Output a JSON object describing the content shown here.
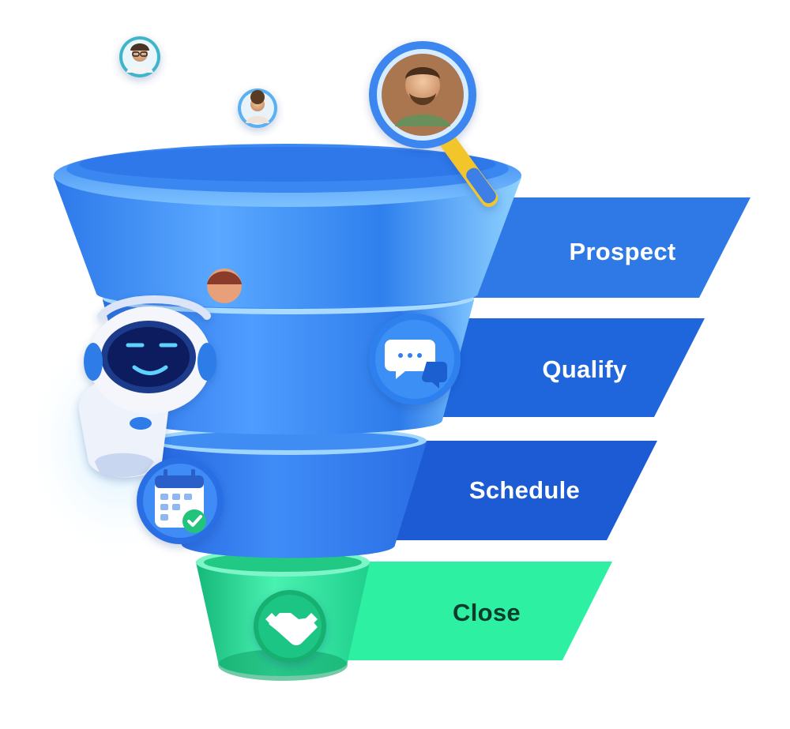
{
  "funnel": {
    "stages": [
      {
        "label": "Prospect",
        "ribbon_color": "#2f79e6",
        "ribbon_shade": "#2466d0",
        "text_color": "#ffffff",
        "icon": "avatar-magnifier-icon"
      },
      {
        "label": "Qualify",
        "ribbon_color": "#1f66dc",
        "ribbon_shade": "#1a57c4",
        "text_color": "#ffffff",
        "icon": "chat-bubble-icon"
      },
      {
        "label": "Schedule",
        "ribbon_color": "#1c5bd3",
        "ribbon_shade": "#174cb5",
        "text_color": "#ffffff",
        "icon": "calendar-check-icon"
      },
      {
        "label": "Close",
        "ribbon_color": "#2ef0a3",
        "ribbon_shade": "#1fd48b",
        "text_color": "#0b3d2c",
        "icon": "handshake-icon"
      }
    ],
    "colors": {
      "funnel_blue_light": "#8fd0ff",
      "funnel_blue": "#3d8ff2",
      "funnel_blue_dark": "#1f5fd6",
      "funnel_green": "#35e6a0",
      "funnel_green_dark": "#14b878"
    },
    "decorations": [
      "robot-assistant-icon",
      "avatar-icon",
      "magnifier-icon"
    ]
  }
}
